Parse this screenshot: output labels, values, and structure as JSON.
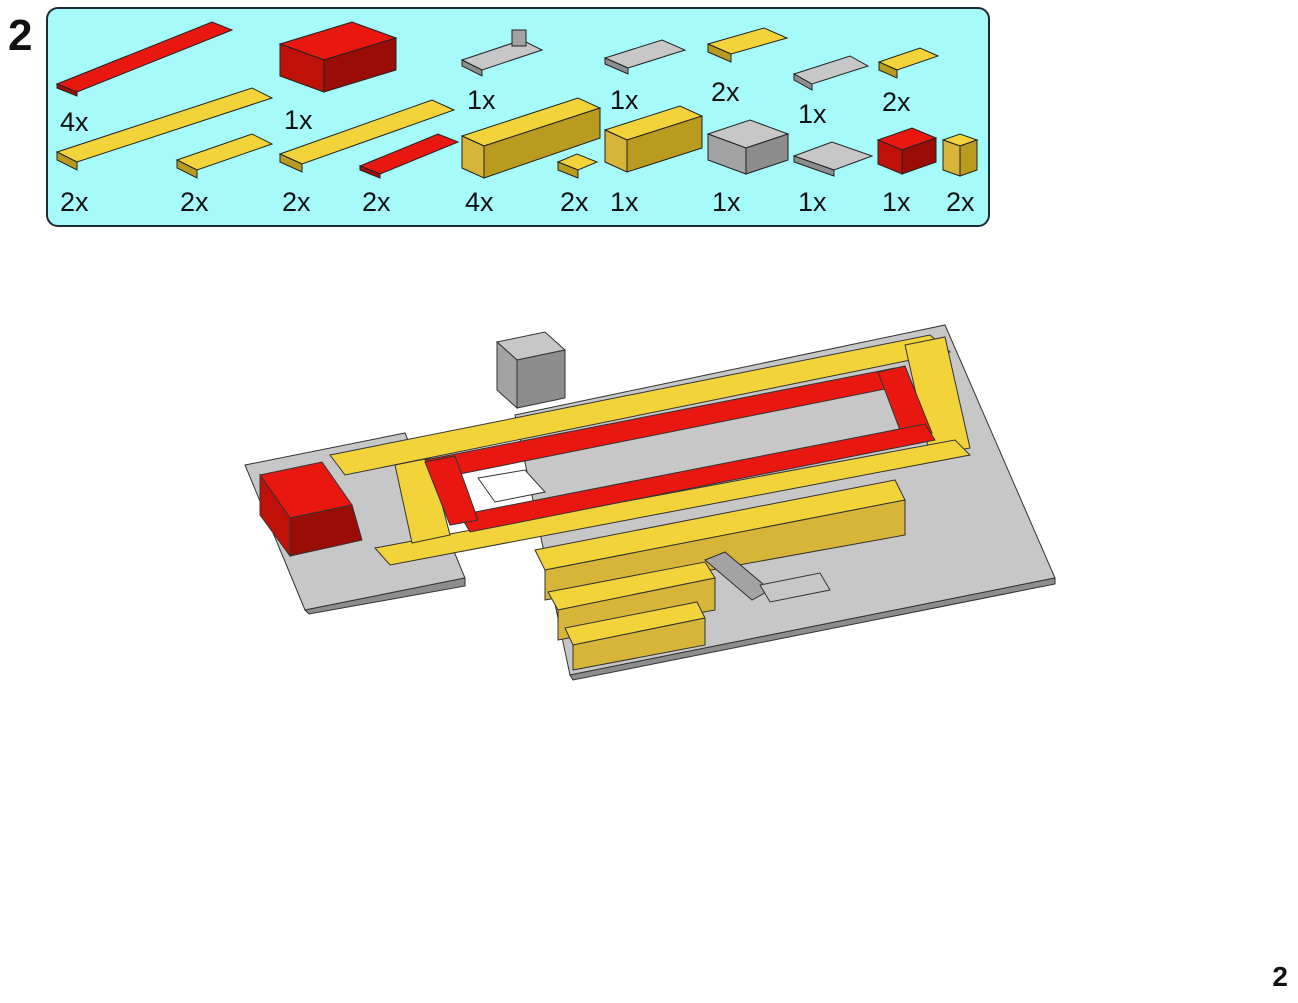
{
  "step": {
    "number": "2"
  },
  "page": {
    "number": "2"
  },
  "colors": {
    "red": "#e8170f",
    "dark_red": "#c01109",
    "yellow": "#f2d43a",
    "gold": "#d6b538",
    "light_gray": "#c7c7c7",
    "gray": "#a3a3a3",
    "panel": "#a6fafa"
  },
  "parts_list": {
    "parts": [
      {
        "name": "red-tile-1x8",
        "qty": "4x",
        "color": "red"
      },
      {
        "name": "red-brick-2x4",
        "qty": "1x",
        "color": "dark_red"
      },
      {
        "name": "gray-hinge-plate",
        "qty": "1x",
        "color": "gray"
      },
      {
        "name": "gray-plate-1x2",
        "qty": "1x",
        "color": "gray"
      },
      {
        "name": "yellow-plate-1x3",
        "qty": "2x",
        "color": "yellow"
      },
      {
        "name": "gray-clip-plate",
        "qty": "1x",
        "color": "gray"
      },
      {
        "name": "yellow-plate-1x2",
        "qty": "2x",
        "color": "yellow"
      },
      {
        "name": "yellow-plate-1x10",
        "qty": "2x",
        "color": "yellow"
      },
      {
        "name": "yellow-plate-1x4",
        "qty": "2x",
        "color": "yellow"
      },
      {
        "name": "yellow-plate-1x8",
        "qty": "2x",
        "color": "yellow"
      },
      {
        "name": "red-tile-1x4",
        "qty": "2x",
        "color": "red"
      },
      {
        "name": "gold-brick-1x6",
        "qty": "4x",
        "color": "gold"
      },
      {
        "name": "gold-plate-1x1",
        "qty": "2x",
        "color": "gold"
      },
      {
        "name": "gold-brick-1x4",
        "qty": "1x",
        "color": "gold"
      },
      {
        "name": "gray-brick-2x2",
        "qty": "1x",
        "color": "gray"
      },
      {
        "name": "gray-plate-2x2",
        "qty": "1x",
        "color": "gray"
      },
      {
        "name": "red-brick-1x2",
        "qty": "1x",
        "color": "dark_red"
      },
      {
        "name": "gold-brick-1x1",
        "qty": "2x",
        "color": "gold"
      }
    ]
  }
}
